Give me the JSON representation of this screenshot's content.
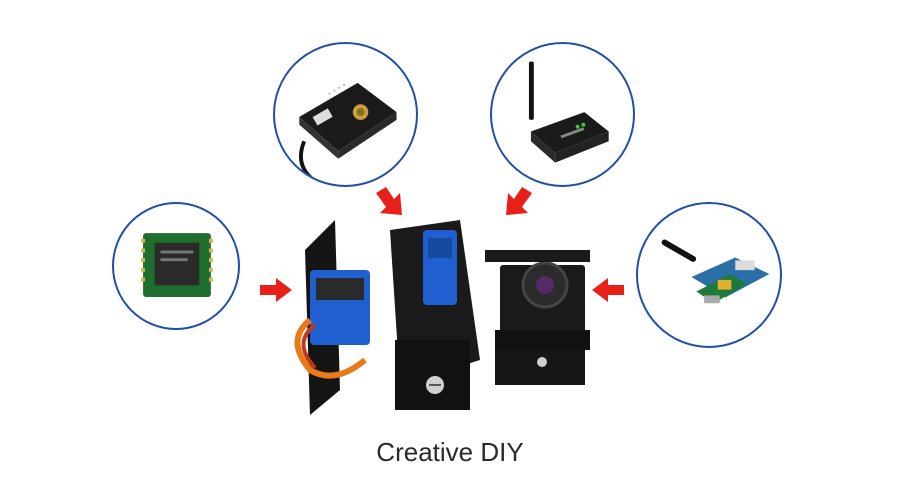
{
  "caption": "Creative DIY",
  "colors": {
    "circle_border": "#1f4fa8",
    "arrow": "#e8201a",
    "board_black": "#1a1a1a",
    "servo_blue": "#1f5fd0",
    "pcb_green": "#1e6e2e",
    "cable_orange": "#e87a1a"
  },
  "items": [
    {
      "name": "arduino-shield-board",
      "icon": "board-circle"
    },
    {
      "name": "wireless-router-module",
      "icon": "router-circle"
    },
    {
      "name": "wifi-chip-module",
      "icon": "chip-circle"
    },
    {
      "name": "antenna-dev-board",
      "icon": "antenna-board-circle"
    },
    {
      "name": "pan-tilt-camera-kit",
      "icon": "camera-kit"
    }
  ]
}
